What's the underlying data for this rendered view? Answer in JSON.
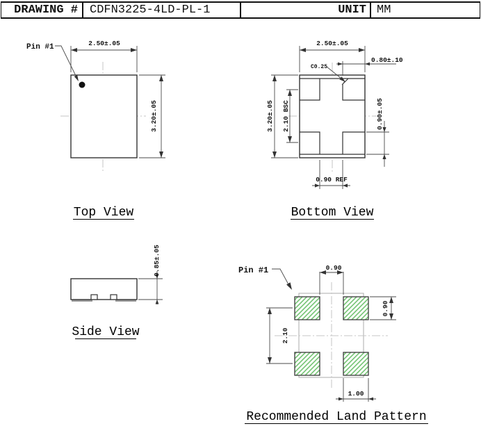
{
  "title_block": {
    "drawing_label": "DRAWING #",
    "drawing_number": "CDFN3225-4LD-PL-1",
    "unit_label": "UNIT",
    "unit_value": "MM"
  },
  "top_view": {
    "title": "Top View",
    "pin1": "Pin #1",
    "dim_width": "2.50±.05",
    "dim_height": "3.20±.05"
  },
  "bottom_view": {
    "title": "Bottom View",
    "dim_width": "2.50±.05",
    "dim_height": "3.20±.05",
    "dim_pad_width": "0.80±.10",
    "dim_chamfer": "C0.25",
    "dim_pitch": "2.10 BSC",
    "dim_pad_height": "0.90±.05",
    "dim_pad_gap": "0.90 REF"
  },
  "side_view": {
    "title": "Side View",
    "dim_height": "0.85±.05"
  },
  "land_pattern": {
    "title": "Recommended Land Pattern",
    "pin1": "Pin #1",
    "dim_gap": "0.90",
    "dim_pad_height": "0.90",
    "dim_pitch": "2.10",
    "dim_pad_width": "1.00"
  },
  "colors": {
    "line": "#333333",
    "centerline": "#c5c5c5",
    "hatch_green": "#6abf69",
    "pad_strip_gray": "#9a9a9a"
  }
}
